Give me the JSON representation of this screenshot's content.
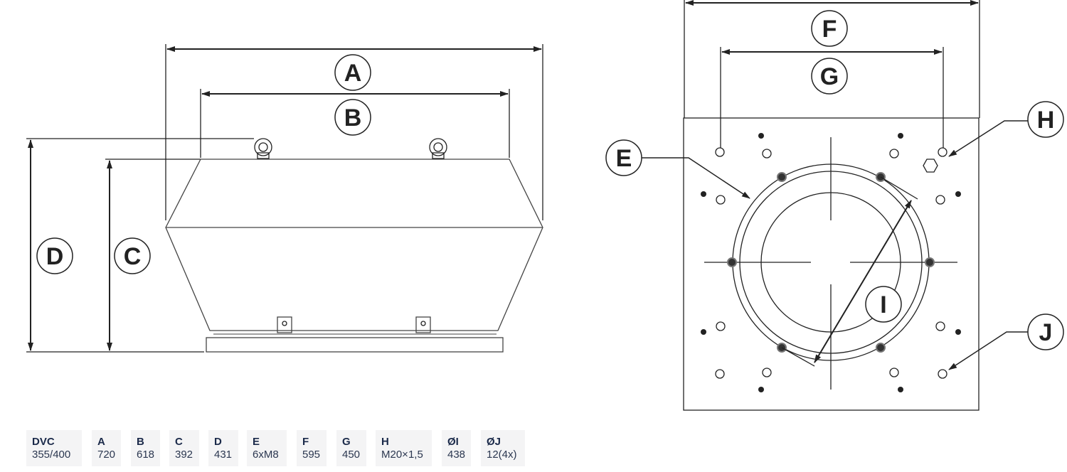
{
  "drawing": {
    "side_view_labels": {
      "A": "A",
      "B": "B",
      "C": "C",
      "D": "D"
    },
    "top_view_labels": {
      "E": "E",
      "F": "F",
      "G": "G",
      "H": "H",
      "I": "I",
      "J": "J"
    }
  },
  "spec_table": [
    {
      "header": "DVC",
      "value": "355/400"
    },
    {
      "header": "A",
      "value": "720"
    },
    {
      "header": "B",
      "value": "618"
    },
    {
      "header": "C",
      "value": "392"
    },
    {
      "header": "D",
      "value": "431"
    },
    {
      "header": "E",
      "value": "6xM8"
    },
    {
      "header": "F",
      "value": "595"
    },
    {
      "header": "G",
      "value": "450"
    },
    {
      "header": "H",
      "value": "M20×1,5"
    },
    {
      "header": "ØI",
      "value": "438"
    },
    {
      "header": "ØJ",
      "value": "12(4x)"
    }
  ]
}
